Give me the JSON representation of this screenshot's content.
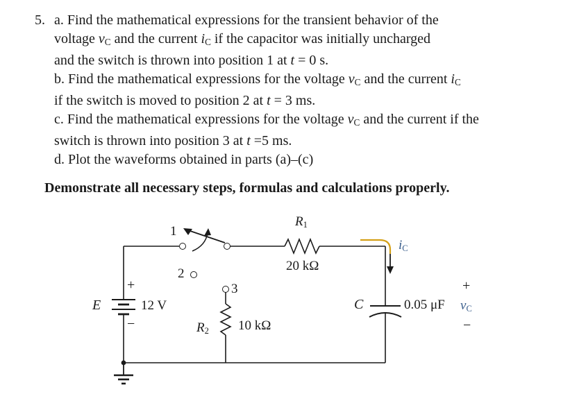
{
  "colors": {
    "ink": "#1a1a1a",
    "wire_highlight": "#d4a017",
    "label_blue": "#3a5e8c"
  },
  "problem": {
    "number": "5.",
    "lines": [
      {
        "parts": [
          "a. Find the mathematical expressions for the transient behavior of the"
        ]
      },
      {
        "parts": [
          "voltage ",
          "v",
          "C",
          " and the current ",
          "i",
          "C",
          " if the capacitor was initially uncharged"
        ]
      },
      {
        "parts": [
          "and the switch is thrown into position 1 at ",
          "t",
          " = 0 s."
        ]
      },
      {
        "parts": [
          "b. Find the mathematical expressions for the voltage ",
          "v",
          "C",
          " and the current ",
          "i",
          "C"
        ]
      },
      {
        "parts": [
          "if the switch is moved to position 2 at ",
          "t",
          " = 3 ms."
        ]
      },
      {
        "parts": [
          "c. Find the mathematical expressions for the voltage ",
          "v",
          "C",
          " and the current if the"
        ]
      },
      {
        "parts": [
          "switch is thrown into position 3 at ",
          "t",
          " =5 ms."
        ]
      },
      {
        "parts": [
          "d. Plot the waveforms obtained in parts (a)–(c)"
        ]
      }
    ],
    "note": "Demonstrate all necessary steps, formulas and calculations properly."
  },
  "circuit": {
    "switch": {
      "pos1": "1",
      "pos2": "2",
      "pos3": "3"
    },
    "source": {
      "name": "E",
      "value": "12 V",
      "plus": "+",
      "minus": "−"
    },
    "r1": {
      "name": "R",
      "sub": "1",
      "value": "20 kΩ"
    },
    "r2": {
      "name": "R",
      "sub": "2",
      "value": "10 kΩ"
    },
    "capacitor": {
      "name": "C",
      "value": "0.05 μF"
    },
    "current": {
      "name": "i",
      "sub": "C"
    },
    "voltage": {
      "name": "v",
      "sub": "C",
      "plus": "+",
      "minus": "−"
    }
  }
}
